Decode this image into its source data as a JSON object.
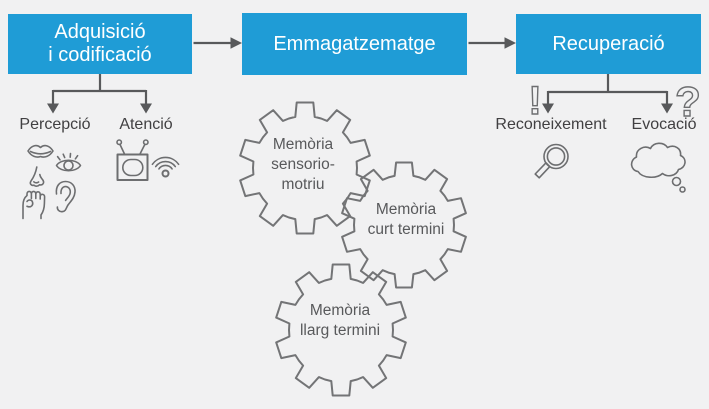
{
  "colors": {
    "accent_blue": "#1f9cd6",
    "background": "#f1f1f2",
    "line_gray": "#58595b",
    "icon_gray": "#6d6e70",
    "gear_gray": "#737476",
    "box_text": "#ffffff"
  },
  "flow": {
    "stages": [
      {
        "label": "Adquisició\ni codificació"
      },
      {
        "label": "Emmagatzematge"
      },
      {
        "label": "Recuperació"
      }
    ]
  },
  "acquisition": {
    "branches": [
      {
        "label": "Percepció",
        "icons": [
          "lips-icon",
          "eye-icon",
          "nose-icon",
          "hand-icon",
          "ear-icon"
        ]
      },
      {
        "label": "Atenció",
        "icons": [
          "tv-icon",
          "wifi-icon"
        ]
      }
    ]
  },
  "storage": {
    "gears": [
      {
        "label": "Memòria\nsensorio-\nmotriu"
      },
      {
        "label": "Memòria\ncurt termini"
      },
      {
        "label": "Memòria\nllarg termini"
      }
    ]
  },
  "retrieval": {
    "branches": [
      {
        "label": "Reconeixement",
        "icons": [
          "exclamation-icon",
          "magnifier-icon"
        ]
      },
      {
        "label": "Evocació",
        "icons": [
          "question-icon",
          "thought-cloud-icon"
        ]
      }
    ]
  },
  "glyphs": {
    "exclamation": "!",
    "question": "?"
  }
}
